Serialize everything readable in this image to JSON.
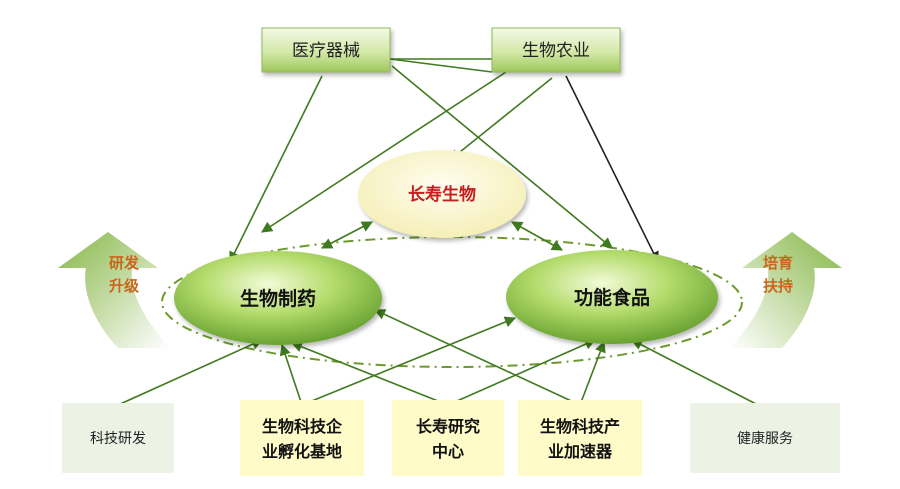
{
  "top_boxes": {
    "medical": "医疗器械",
    "agri": "生物农业"
  },
  "center_node": "长寿生物",
  "main_nodes": {
    "pharma": "生物制药",
    "food": "功能食品"
  },
  "side_arrows": {
    "left": [
      "研发",
      "升级"
    ],
    "right": [
      "培育",
      "扶持"
    ]
  },
  "bottom_boxes": {
    "rd": [
      "科技研发"
    ],
    "incubator": [
      "生物科技企",
      "业孵化基地"
    ],
    "research": [
      "长寿研究",
      "中心"
    ],
    "accelerator": [
      "生物科技产",
      "业加速器"
    ],
    "health": [
      "健康服务"
    ]
  },
  "colors": {
    "green_dark": "#3f7a1e",
    "green_light": "#b8e07a",
    "cream": "#fbf6c8",
    "box_light": "#ecf2e4",
    "box_yellow": "#fffbc9",
    "red_text": "#c41e1e",
    "orange_text": "#c8661b"
  }
}
